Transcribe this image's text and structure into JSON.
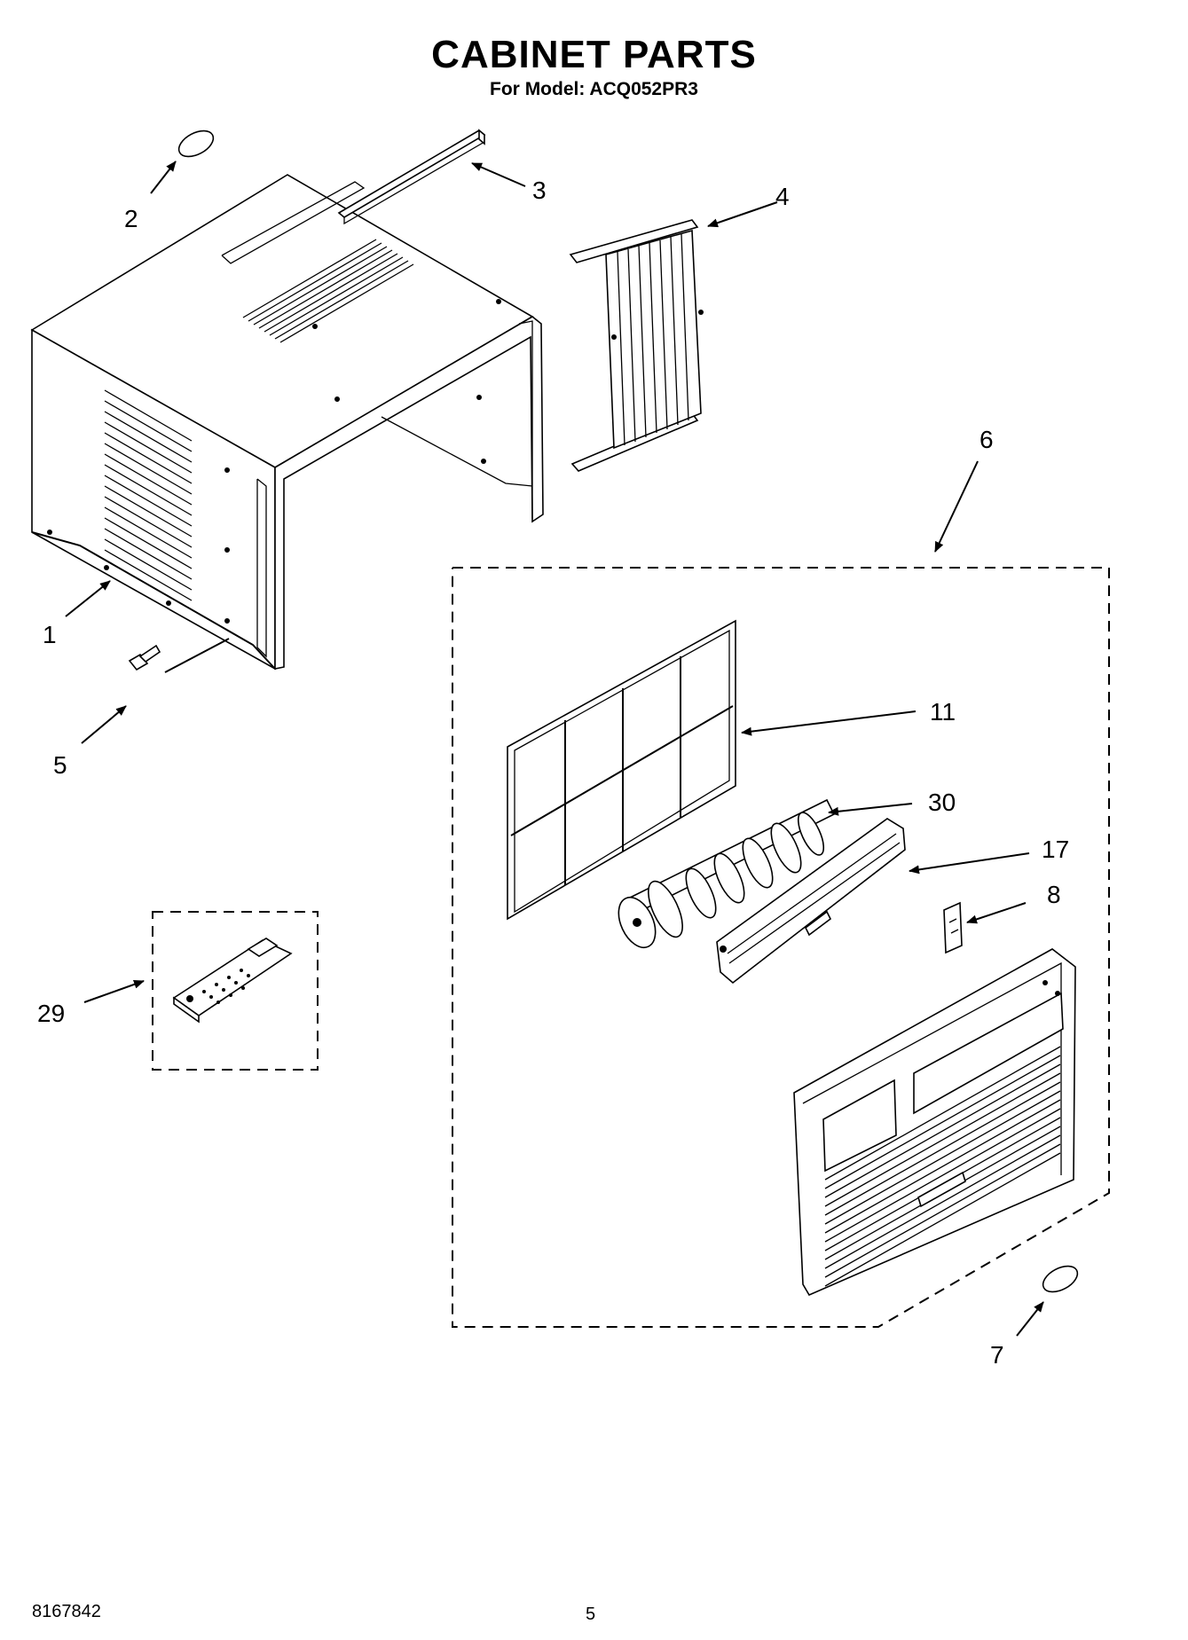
{
  "header": {
    "title": "CABINET PARTS",
    "subtitle": "For Model: ACQ052PR3"
  },
  "footer": {
    "doc_number": "8167842",
    "page_number": "5"
  },
  "callouts": {
    "c1": "1",
    "c2": "2",
    "c3": "3",
    "c4": "4",
    "c5": "5",
    "c6": "6",
    "c7": "7",
    "c8": "8",
    "c11": "11",
    "c17": "17",
    "c29": "29",
    "c30": "30"
  }
}
